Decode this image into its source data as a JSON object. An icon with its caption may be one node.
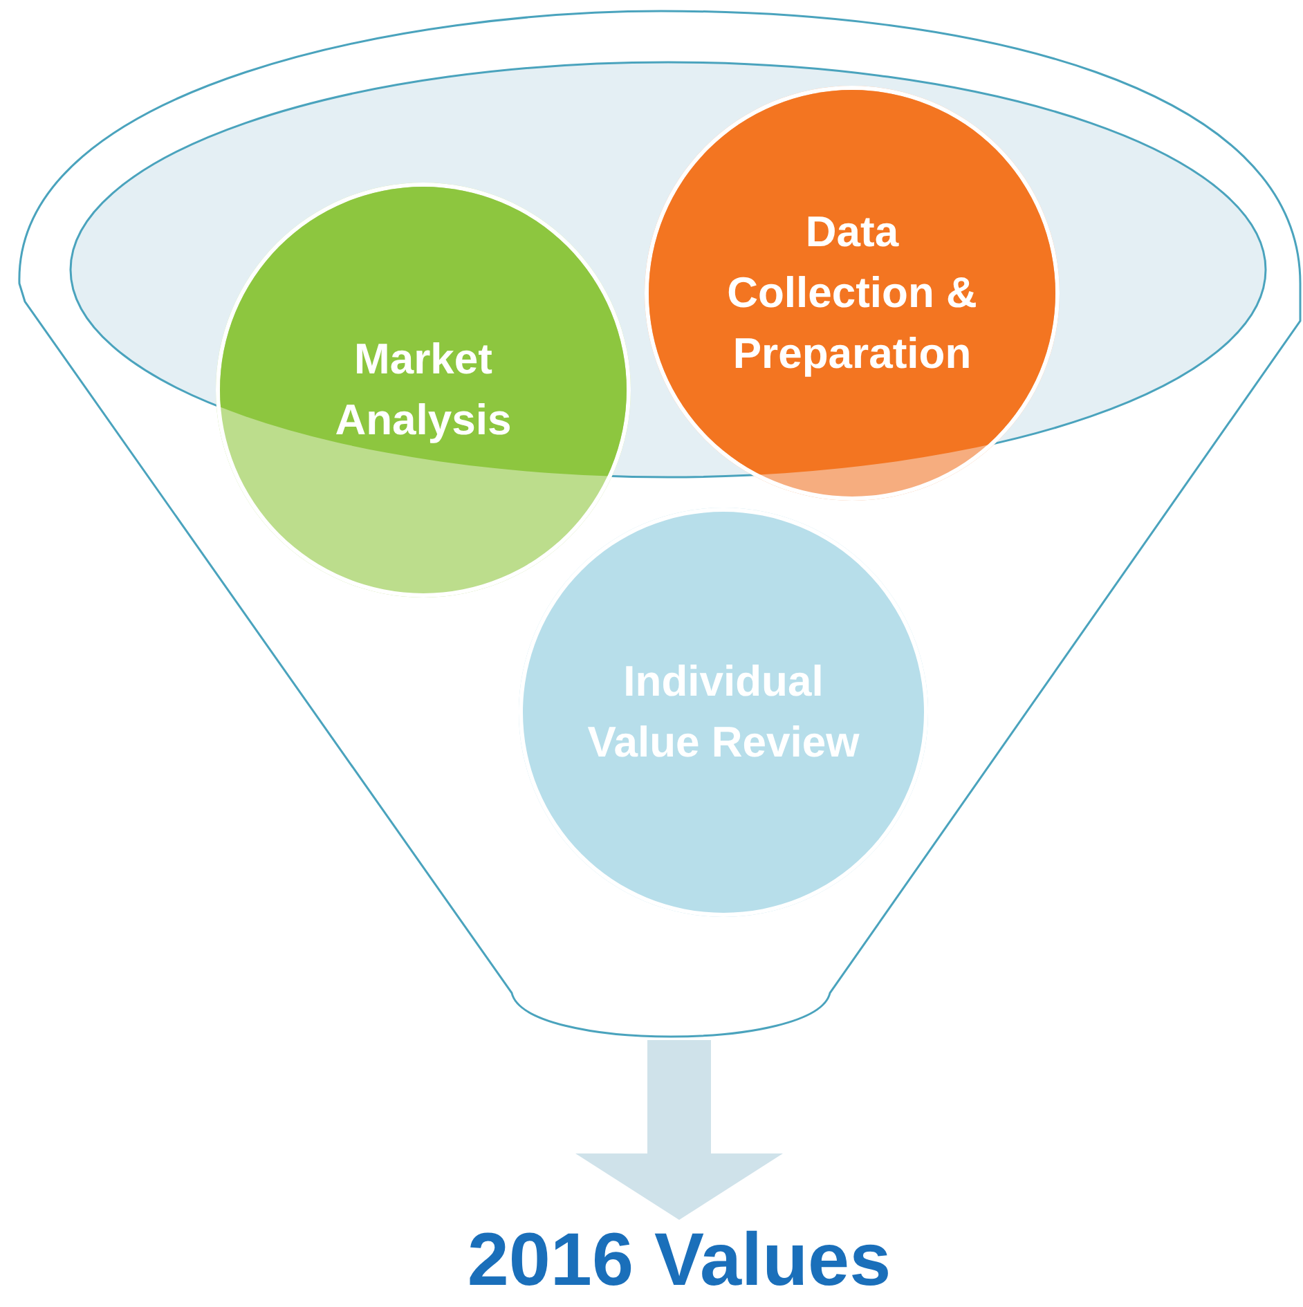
{
  "diagram": {
    "nodes": [
      {
        "text": [],
        "shape": "funnel"
      },
      {
        "text": [
          "Market Analysis"
        ],
        "in": 0
      },
      {
        "text": [
          "Data Collection & Preparation"
        ],
        "in": 0
      },
      {
        "text": [
          "Individual Value Review"
        ],
        "in": 0
      },
      {
        "text": [
          "2016 Values"
        ]
      }
    ],
    "edges": [
      {
        "from": 0,
        "to": 4,
        "arrow": "to",
        "color": "#cfe2ea"
      }
    ]
  }
}
